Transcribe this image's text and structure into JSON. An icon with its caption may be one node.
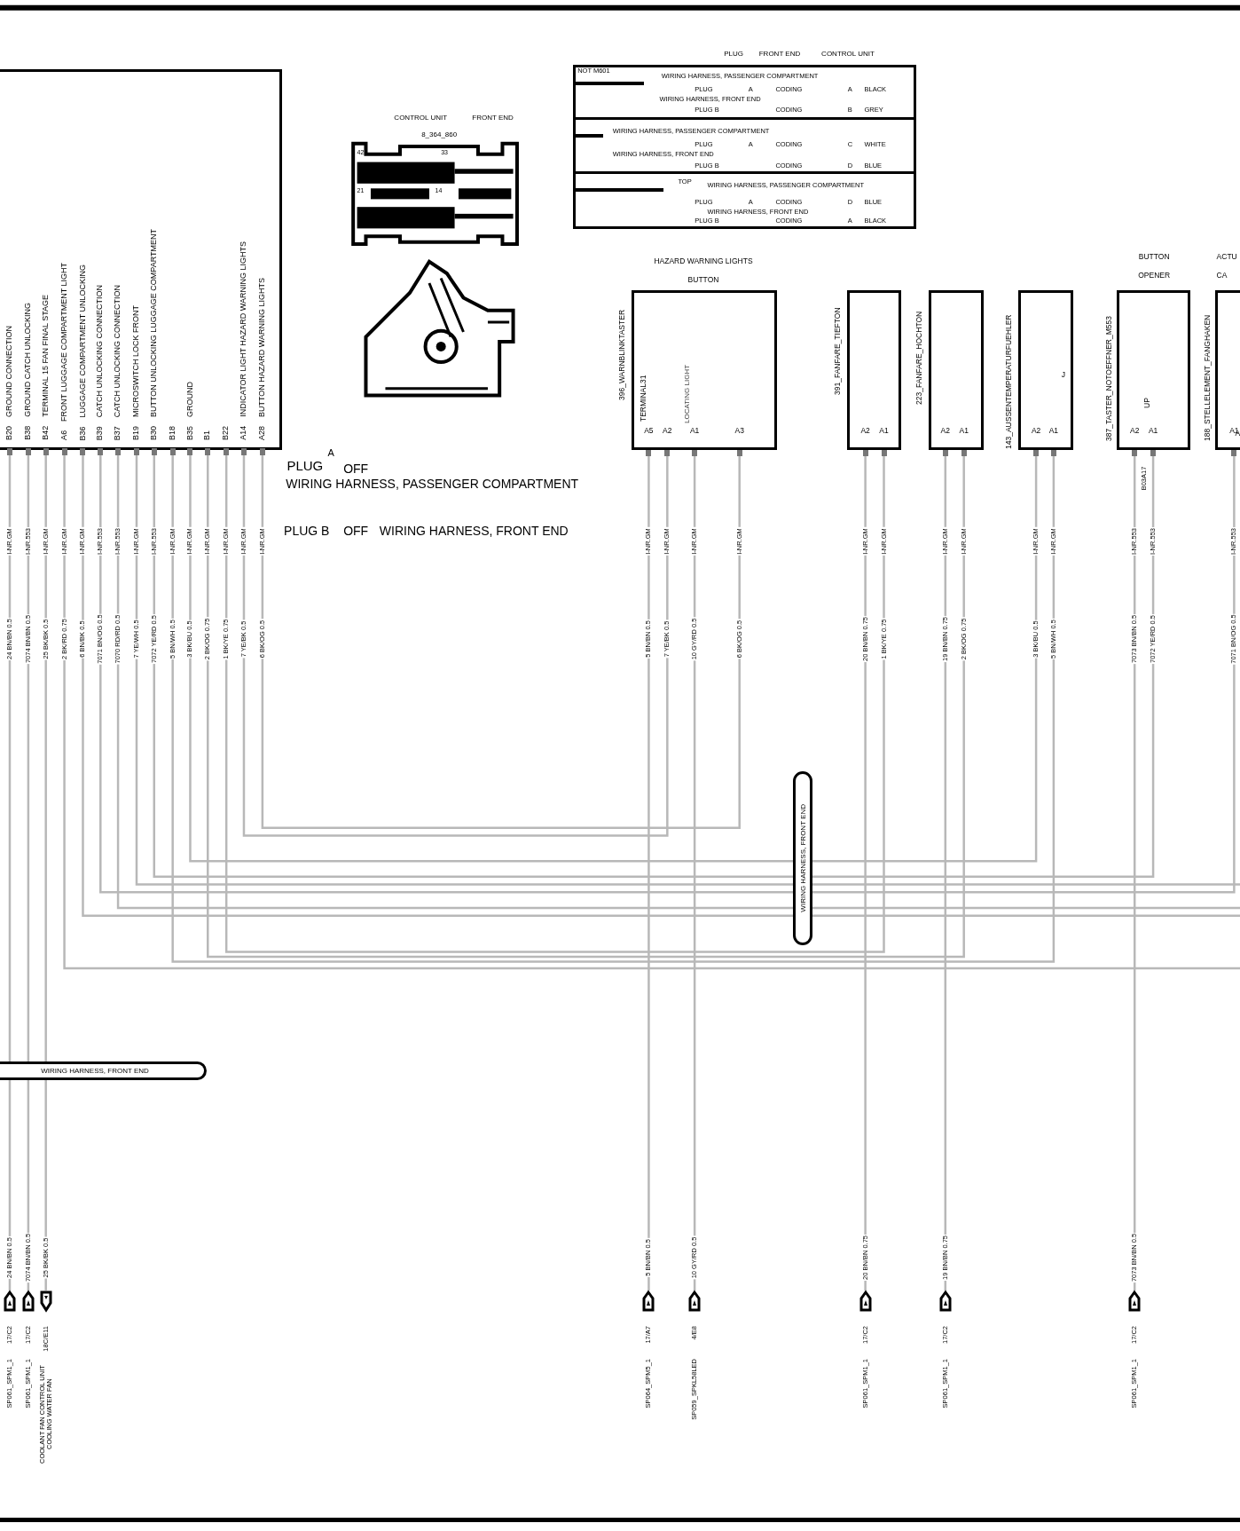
{
  "diagram": {
    "nodes": [
      {
        "text": [],
        "shape": "box"
      },
      {
        "text": [
          "B20",
          "GROUND CONNECTION"
        ],
        "in": 0
      },
      {
        "text": [
          "B38",
          "GROUND CATCH UNLOCKING"
        ],
        "in": 0
      },
      {
        "text": [
          "B42",
          "TERMINAL 15 FAN FINAL STAGE"
        ],
        "in": 0
      },
      {
        "text": [
          "A6",
          "FRONT LUGGAGE COMPARTMENT LIGHT"
        ],
        "in": 0
      },
      {
        "text": [
          "B36",
          "LUGGAGE COMPARTMENT UNLOCKING"
        ],
        "in": 0
      },
      {
        "text": [
          "B39",
          "CATCH UNLOCKING CONNECTION"
        ],
        "in": 0
      },
      {
        "text": [
          "B37",
          "CATCH UNLOCKING CONNECTION"
        ],
        "in": 0
      },
      {
        "text": [
          "B19",
          "MICROSWITCH LOCK FRONT"
        ],
        "in": 0
      },
      {
        "text": [
          "B30",
          "BUTTON UNLOCKING LUGGAGE COMPARTMENT"
        ],
        "in": 0
      },
      {
        "text": [
          "B18"
        ],
        "in": 0
      },
      {
        "text": [
          "B35",
          "GROUND"
        ],
        "in": 0
      },
      {
        "text": [
          "B1"
        ],
        "in": 0
      },
      {
        "text": [
          "B22"
        ],
        "in": 0
      },
      {
        "text": [
          "A14",
          "INDICATOR LIGHT HAZARD WARNING LIGHTS"
        ],
        "in": 0
      },
      {
        "text": [
          "A28",
          "BUTTON HAZARD WARNING LIGHTS"
        ],
        "in": 0
      },
      {
        "text": [
          "PLUG",
          "FRONT END",
          "CONTROL UNIT"
        ]
      },
      {
        "text": [
          "NOT M601",
          "WIRING HARNESS, PASSENGER COMPARTMENT",
          "PLUG",
          "A",
          "CODING",
          "A",
          "BLACK",
          "WIRING HARNESS, FRONT END",
          "PLUG B",
          "CODING",
          "B",
          "GREY"
        ],
        "in": 16
      },
      {
        "text": [
          "WIRING HARNESS, PASSENGER COMPARTMENT",
          "PLUG",
          "A",
          "CODING",
          "C",
          "WHITE",
          "WIRING HARNESS, FRONT END",
          "PLUG B",
          "CODING",
          "D",
          "BLUE"
        ],
        "in": 16
      },
      {
        "text": [
          "TOP",
          "WIRING HARNESS, PASSENGER COMPARTMENT",
          "PLUG",
          "A",
          "CODING",
          "D",
          "BLUE",
          "WIRING HARNESS, FRONT END",
          "PLUG B",
          "CODING",
          "A",
          "BLACK"
        ],
        "in": 16
      },
      {
        "text": [
          "HAZARD WARNING LIGHTS BUTTON",
          "396_WARNBLINKTASTER",
          "TERMINAL31",
          "LOCATING LIGHT"
        ]
      },
      {
        "text": [
          "A5"
        ],
        "in": 20
      },
      {
        "text": [
          "A2"
        ],
        "in": 20
      },
      {
        "text": [
          "A1"
        ],
        "in": 20
      },
      {
        "text": [
          "A3"
        ],
        "in": 20
      },
      {
        "text": [
          "391_FANFARE_TIEFTON"
        ]
      },
      {
        "text": [
          "A2"
        ],
        "in": 25
      },
      {
        "text": [
          "A1"
        ],
        "in": 25
      },
      {
        "text": [
          "223_FANFARE_HOCHTON"
        ]
      },
      {
        "text": [
          "A2"
        ],
        "in": 28
      },
      {
        "text": [
          "A1"
        ],
        "in": 28
      },
      {
        "text": [
          "143_AUSSENTEMPERATURFUEHLER",
          "J"
        ]
      },
      {
        "text": [
          "A2"
        ],
        "in": 31
      },
      {
        "text": [
          "A1"
        ],
        "in": 31
      },
      {
        "text": [
          "BUTTON OPENER",
          "387_TASTER_NOTOEFFNER_M553",
          "UP"
        ]
      },
      {
        "text": [
          "A2"
        ],
        "in": 34
      },
      {
        "text": [
          "A1"
        ],
        "in": 34
      },
      {
        "text": [
          "ACTU CA",
          "188_STELLELEMENT_FANGHAKEN"
        ]
      },
      {
        "text": [
          "A1"
        ],
        "in": 37
      },
      {
        "text": [
          "WIRING HARNESS, FRONT END"
        ]
      },
      {
        "text": [
          "WIRING HARNESS, FRONT END"
        ]
      },
      {
        "text": [],
        "shape": "pentagon",
        "beside": [
          "24 BN/BN 0.5",
          "17/C2",
          "SP061_SPM1_1"
        ]
      },
      {
        "text": [],
        "shape": "pentagon",
        "beside": [
          "7074 BN/BN 0.5",
          "17/C2",
          "SP061_SPM1_1"
        ]
      },
      {
        "text": [],
        "shape": "pentagon",
        "beside": [
          "25 BK/BK 0.5",
          "18C/E11",
          "COOLANT FAN CONTROL UNIT COOLING WATER FAN"
        ]
      },
      {
        "text": [],
        "shape": "pentagon",
        "beside": [
          "5 BN/BN 0.5",
          "17/A7",
          "SP064_SPM5_1"
        ]
      },
      {
        "text": [],
        "shape": "pentagon",
        "beside": [
          "10 GY/RD 0.5",
          "4/E8",
          "SP059_SPKL58LED"
        ]
      },
      {
        "text": [],
        "shape": "pentagon",
        "beside": [
          "20 BN/BN 0.75",
          "17/C2",
          "SP061_SPM1_1"
        ]
      },
      {
        "text": [],
        "shape": "pentagon",
        "beside": [
          "19 BN/BN 0.75",
          "17/C2",
          "SP061_SPM1_1"
        ]
      },
      {
        "text": [],
        "shape": "pentagon",
        "beside": [
          "7073 BN/BN 0.5",
          "17/C2",
          "SP061_SPM1_1"
        ]
      }
    ],
    "edges": [
      {
        "from": 15,
        "to": 24,
        "arrow": "none",
        "label": "6 BK/OG 0.5"
      },
      {
        "from": 14,
        "to": 22,
        "arrow": "none",
        "label": "7 YE/BK 0.5"
      },
      {
        "from": 13,
        "to": 27,
        "arrow": "none",
        "label": "1 BK/YE 0.75"
      },
      {
        "from": 12,
        "to": 30,
        "arrow": "none",
        "label": "2 BK/OG 0.75"
      },
      {
        "from": 11,
        "to": 32,
        "arrow": "none",
        "label": "3 BK/BU 0.5"
      },
      {
        "from": 10,
        "to": 33,
        "arrow": "none",
        "label": "5 BN/WH 0.5"
      },
      {
        "from": 9,
        "to": 36,
        "arrow": "none",
        "label": "7072 YE/RD 0.5"
      },
      {
        "from": 8,
        "to": null,
        "arrow": "none",
        "label": "7 YE/WH 0.5"
      },
      {
        "from": 7,
        "to": null,
        "arrow": "none",
        "label": "7070 RD/RD 0.5"
      },
      {
        "from": 6,
        "to": 38,
        "arrow": "none",
        "label": "7071 BN/OG 0.5"
      },
      {
        "from": 5,
        "to": null,
        "arrow": "none",
        "label": "6 BN/BK 0.5"
      },
      {
        "from": 4,
        "to": null,
        "arrow": "none",
        "label": "2 BK/RD 0.75"
      },
      {
        "from": 1,
        "to": 41,
        "arrow": "none",
        "label": "24 BN/BN 0.5"
      },
      {
        "from": 2,
        "to": 42,
        "arrow": "none",
        "label": "7074 BN/BN 0.5"
      },
      {
        "from": 3,
        "to": 43,
        "arrow": "none",
        "label": "25 BK/BK 0.5"
      },
      {
        "from": 21,
        "to": 44,
        "arrow": "none",
        "label": "5 BN/BN 0.5"
      },
      {
        "from": 23,
        "to": 45,
        "arrow": "none",
        "label": "10 GY/RD 0.5"
      },
      {
        "from": 26,
        "to": 46,
        "arrow": "none",
        "label": "20 BN/BN 0.75"
      },
      {
        "from": 29,
        "to": 47,
        "arrow": "none",
        "label": "19 BN/BN 0.75"
      },
      {
        "from": 35,
        "to": 48,
        "arrow": "none",
        "label": "7073 BN/BN 0.5"
      }
    ],
    "labels": [
      "CONTROL UNIT",
      "FRONT END",
      "8_364_860",
      "42",
      "33",
      "21",
      "14",
      "PLUG",
      "A",
      "OFF",
      "WIRING HARNESS, PASSENGER COMPARTMENT",
      "PLUG B",
      "OFF",
      "WIRING HARNESS, FRONT END",
      "A",
      "B03A17",
      "I-NR.GM",
      "I-NR.553",
      "I-NR.GM",
      "I-NR.GM",
      "I-NR.GM",
      "I-NR.553",
      "I-NR.553",
      "I-NR.GM",
      "I-NR.553",
      "I-NR.GM",
      "I-NR.GM",
      "I-NR.GM",
      "I-NR.GM",
      "I-NR.GM",
      "I-NR.GM",
      "I-NR.GM",
      "I-NR.GM",
      "I-NR.GM",
      "I-NR.GM",
      "I-NR.GM",
      "I-NR.GM",
      "I-NR.GM",
      "I-NR.GM",
      "I-NR.GM",
      "I-NR.GM",
      "I-NR.553",
      "I-NR.553",
      "I-NR.553",
      "7 YE/BK 0.5",
      "6 BK/OG 0.5",
      "1 BK/YE 0.75",
      "2 BK/OG 0.75",
      "3 BK/BU 0.5",
      "5 BN/WH 0.5",
      "7072 YE/RD 0.5",
      "7071 BN/OG 0.5"
    ]
  }
}
